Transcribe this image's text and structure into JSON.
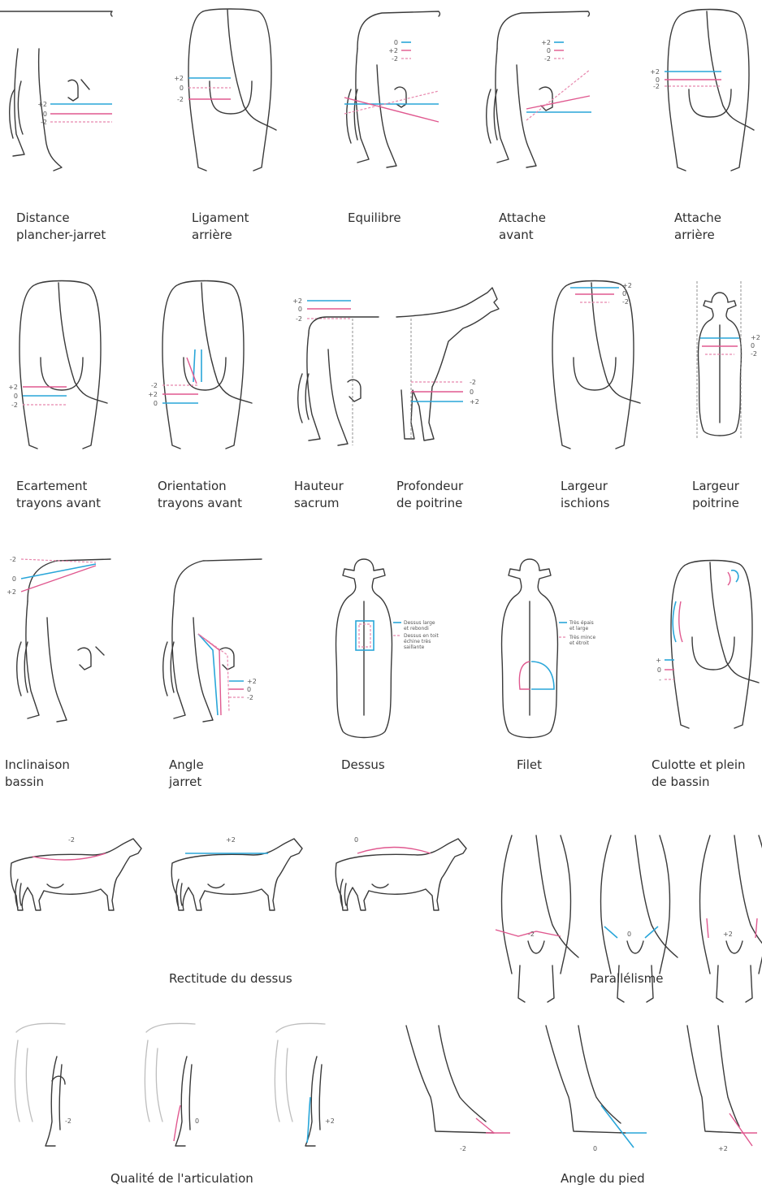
{
  "row1": {
    "distance": {
      "line1": "Distance",
      "line2": "plancher-jarret",
      "marks": [
        "+2",
        "0",
        "-2"
      ]
    },
    "ligament": {
      "line1": "Ligament",
      "line2": "arrière",
      "marks": [
        "+2",
        "0",
        "-2"
      ]
    },
    "equilibre": {
      "line1": "Equilibre",
      "marks": [
        "0",
        "+2",
        "-2"
      ]
    },
    "attache_avant": {
      "line1": "Attache",
      "line2": "avant",
      "marks": [
        "+2",
        "0",
        "-2"
      ]
    },
    "attache_arriere": {
      "line1": "Attache",
      "line2": "arrière",
      "marks": [
        "+2",
        "0",
        "-2"
      ]
    }
  },
  "row2": {
    "ecartement": {
      "line1": "Ecartement",
      "line2": "trayons avant",
      "marks": [
        "+2",
        "0",
        "-2"
      ]
    },
    "orientation": {
      "line1": "Orientation",
      "line2": "trayons avant",
      "marks": [
        "-2",
        "+2",
        "0"
      ]
    },
    "hauteur": {
      "line1": "Hauteur",
      "line2": "sacrum",
      "marks": [
        "+2",
        "0",
        "-2"
      ]
    },
    "profondeur": {
      "line1": "Profondeur",
      "line2": "de poitrine",
      "marks": [
        "-2",
        "0",
        "+2"
      ]
    },
    "largeur_ischions": {
      "line1": "Largeur",
      "line2": "ischions",
      "marks": [
        "+2",
        "0",
        "-2"
      ]
    },
    "largeur_poitrine": {
      "line1": "Largeur",
      "line2": "poitrine",
      "marks": [
        "+2",
        "0",
        "-2"
      ]
    }
  },
  "row3": {
    "inclinaison": {
      "line1": "Inclinaison",
      "line2": "bassin",
      "marks": [
        "-2",
        "0",
        "+2"
      ]
    },
    "angle_jarret": {
      "line1": "Angle",
      "line2": "jarret",
      "marks": [
        "+2",
        "0",
        "-2"
      ]
    },
    "dessus": {
      "line1": "Dessus",
      "notes": [
        "Dessus large",
        "et rebondi",
        "Dessus en toit",
        "échine très",
        "saillante"
      ]
    },
    "filet": {
      "line1": "Filet",
      "notes": [
        "Très épais",
        "et large",
        "Très mince",
        "et étroit"
      ]
    },
    "culotte": {
      "line1": "Culotte et plein",
      "line2": "de bassin",
      "marks": [
        "+",
        "0",
        "-"
      ]
    }
  },
  "row4": {
    "rectitude": {
      "label": "Rectitude du dessus",
      "marks": [
        "-2",
        "+2",
        "0"
      ]
    },
    "parallelisme": {
      "label": "Parallélisme",
      "marks": [
        "-2",
        "0",
        "+2"
      ]
    }
  },
  "row5": {
    "articulation": {
      "label": "Qualité de l'articulation",
      "marks": [
        "-2",
        "0",
        "+2"
      ]
    },
    "angle_pied": {
      "label": "Angle du pied",
      "marks": [
        "-2",
        "0",
        "+2"
      ]
    }
  },
  "colors": {
    "blue": "#29a6d9",
    "pink": "#e0588f",
    "outline": "#3a3a3a"
  }
}
